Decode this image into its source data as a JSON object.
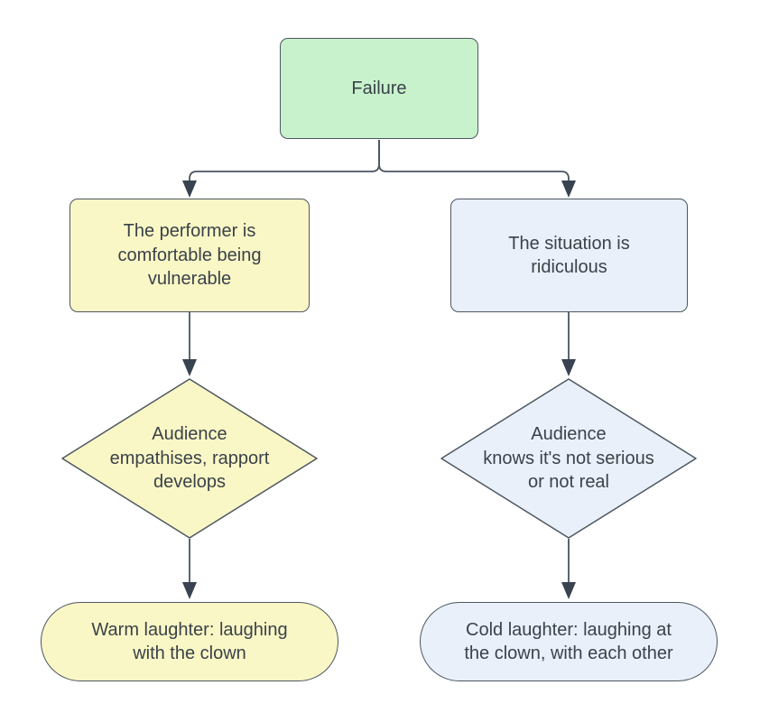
{
  "diagram": {
    "type": "flowchart",
    "background": "#ffffff",
    "nodes": {
      "failure": {
        "label": "Failure",
        "shape": "rounded-rect",
        "fill": "#c8f2cc"
      },
      "performer": {
        "label": "The performer is\ncomfortable being\nvulnerable",
        "shape": "rounded-rect",
        "fill": "#faf7c6"
      },
      "situation": {
        "label": "The situation is\nridiculous",
        "shape": "rounded-rect",
        "fill": "#e9f0fa"
      },
      "empathises": {
        "label": "Audience\nempathises, rapport\ndevelops",
        "shape": "diamond",
        "fill": "#faf7c6"
      },
      "knows": {
        "label": "Audience\nknows it's not serious\nor not real",
        "shape": "diamond",
        "fill": "#e9f0fa"
      },
      "warm": {
        "label": "Warm laughter: laughing\nwith the clown",
        "shape": "stadium",
        "fill": "#faf7c6"
      },
      "cold": {
        "label": "Cold laughter: laughing at\nthe clown, with each other",
        "shape": "stadium",
        "fill": "#e9f0fa"
      }
    },
    "edges": [
      {
        "from": "failure",
        "to": "performer"
      },
      {
        "from": "failure",
        "to": "situation"
      },
      {
        "from": "performer",
        "to": "empathises"
      },
      {
        "from": "situation",
        "to": "knows"
      },
      {
        "from": "empathises",
        "to": "warm"
      },
      {
        "from": "knows",
        "to": "cold"
      }
    ],
    "colors": {
      "stroke": "#4d5760",
      "line": "#4b5560",
      "arrow": "#394250",
      "text": "#3a4249"
    }
  }
}
